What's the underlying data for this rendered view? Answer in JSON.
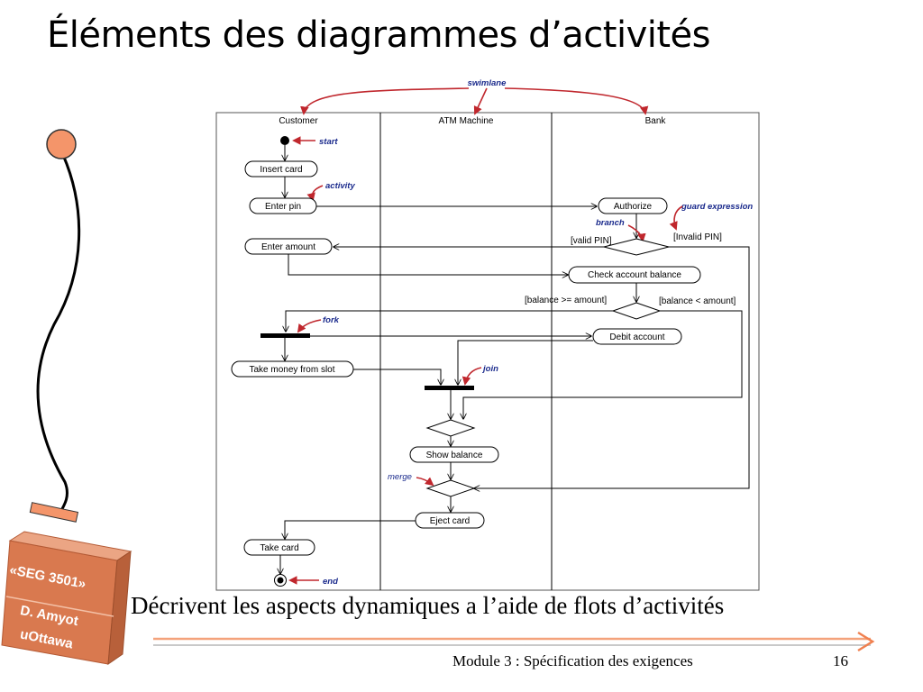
{
  "slide": {
    "title": "Éléments des diagrammes d’activités",
    "caption": "Décrivent les aspects dynamiques a l’aide de flots d’activités",
    "footer_module": "Module 3 : Spécification des exigences",
    "page_number": "16"
  },
  "badge": {
    "line1": "«SEG 3501»",
    "line2": "D. Amyot",
    "line3": "uOttawa"
  },
  "diagram": {
    "swimlanes": [
      "Customer",
      "ATM Machine",
      "Bank"
    ],
    "activities": {
      "insert_card": "Insert card",
      "enter_pin": "Enter pin",
      "authorize": "Authorize",
      "enter_amount": "Enter amount",
      "check_balance": "Check account balance",
      "debit_account": "Debit account",
      "take_money": "Take money from slot",
      "show_balance": "Show balance",
      "eject_card": "Eject card",
      "take_card": "Take card"
    },
    "guards": {
      "valid_pin": "[valid PIN]",
      "invalid_pin": "[Invalid PIN]",
      "balance_ok": "[balance >= amount]",
      "balance_low": "[balance < amount]"
    },
    "annotations": {
      "swimlane": "swimlane",
      "start": "start",
      "activity": "activity",
      "guard_expression": "guard expression",
      "branch": "branch",
      "fork": "fork",
      "join": "join",
      "merge": "merge",
      "end": "end"
    }
  },
  "colors": {
    "accent": "#f0804f",
    "badge_front": "#d9794f",
    "annotation_arrow": "#c0272d",
    "annotation_text": "#1a2a8c"
  }
}
